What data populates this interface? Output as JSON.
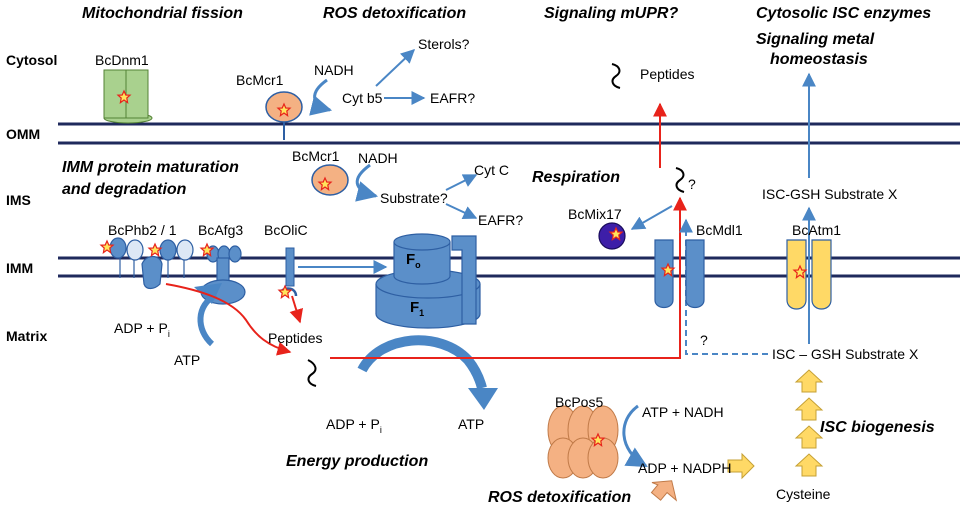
{
  "headers": {
    "mito_fission": "Mitochondrial fission",
    "ros_detox_top": "ROS detoxification",
    "signaling_mupr": "Signaling mUPR?",
    "cytosolic_isc": "Cytosolic ISC enzymes",
    "signaling_metal": "Signaling metal",
    "homeostasis": "homeostasis",
    "imm_maturation_1": "IMM protein maturation",
    "imm_maturation_2": "and degradation",
    "respiration": "Respiration",
    "energy_production": "Energy production",
    "ros_detox_bottom": "ROS detoxification",
    "isc_biogenesis": "ISC biogenesis"
  },
  "compartments": {
    "cytosol": "Cytosol",
    "omm": "OMM",
    "ims": "IMS",
    "imm": "IMM",
    "matrix": "Matrix"
  },
  "proteins": {
    "bcdnm1": "BcDnm1",
    "bcmcr1_omm": "BcMcr1",
    "bcmcr1_ims": "BcMcr1",
    "bcphb2": "BcPhb2 / 1",
    "bcafg3": "BcAfg3",
    "bcolic": "BcOliC",
    "bcmix17": "BcMix17",
    "bcmdl1": "BcMdl1",
    "bcatm1": "BcAtm1",
    "bcpos5": "BcPos5",
    "fo": "F",
    "fo_sub": "o",
    "f1": "F",
    "f1_sub": "1"
  },
  "labels": {
    "nadh_top": "NADH",
    "cytb5": "Cyt b5",
    "sterols": "Sterols?",
    "eafr_top": "EAFR?",
    "peptides_top": "Peptides",
    "nadh_ims": "NADH",
    "substrate_q": "Substrate?",
    "cytc": "Cyt C",
    "eafr_ims": "EAFR?",
    "qmark_ims": "?",
    "isc_gsh_ims": "ISC-GSH Substrate X",
    "adp_pi_left": "ADP + P",
    "adp_pi_left_sub": "i",
    "atp_left": "ATP",
    "peptides_matrix": "Peptides",
    "qmark_matrix": "?",
    "isc_gsh_matrix": "ISC –   GSH Substrate X",
    "adp_pi_bottom": "ADP + P",
    "adp_pi_bottom_sub": "i",
    "atp_bottom": "ATP",
    "atp_nadh": "ATP + NADH",
    "adp_nadph": "ADP + NADPH",
    "cysteine": "Cysteine"
  },
  "colors": {
    "membrane": "#1f2a5c",
    "protein_blue": "#5b8fc9",
    "arrow_blue": "#4a86c5",
    "arrow_red": "#e8231b",
    "mcr_orange": "#f4b183",
    "pos5_orange": "#f4b183",
    "dnm_green": "#a9d18e",
    "atm_yellow": "#ffd966",
    "mix_purple": "#3d1ea8"
  }
}
